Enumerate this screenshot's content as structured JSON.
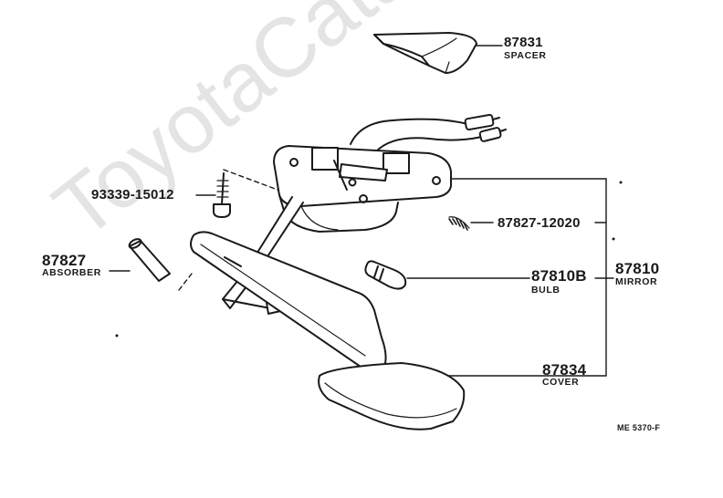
{
  "watermark": "ToyotaCatalog.ru",
  "parts": {
    "spacer": {
      "number": "87831",
      "name": "SPACER"
    },
    "screw": {
      "number": "93339-15012"
    },
    "absorber": {
      "number": "87827",
      "name": "ABSORBER"
    },
    "spring": {
      "number": "87827-12020"
    },
    "bulb": {
      "number": "87810B",
      "name": "BULB"
    },
    "mirror": {
      "number": "87810",
      "name": "MIRROR"
    },
    "cover": {
      "number": "87834",
      "name": "COVER"
    }
  },
  "figure_code": "ME 5370-F",
  "colors": {
    "line": "#1a1a1a",
    "watermark": "#e4e4e4"
  }
}
